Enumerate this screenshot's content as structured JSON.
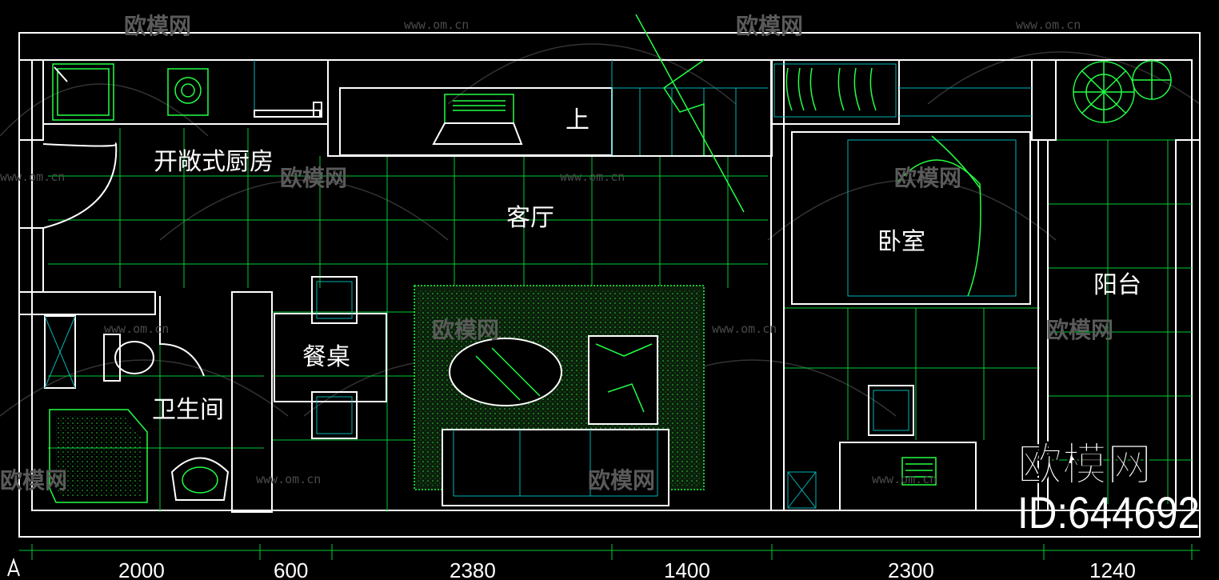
{
  "rooms": {
    "kitchen": "开敞式厨房",
    "living": "客厅",
    "up": "上",
    "bedroom": "卧室",
    "balcony": "阳台",
    "dining": "餐桌",
    "bathroom": "卫生间"
  },
  "dimensions": [
    "2000",
    "600",
    "2380",
    "1400",
    "2300",
    "1240"
  ],
  "watermark": {
    "brand": "欧模网",
    "url": "www.om.cn",
    "id": "ID:644692"
  },
  "colors": {
    "background": "#000000",
    "walls": "#ffffff",
    "furniture": "#22ff44",
    "grid": "#00cc33",
    "accent": "#00b3b3"
  }
}
